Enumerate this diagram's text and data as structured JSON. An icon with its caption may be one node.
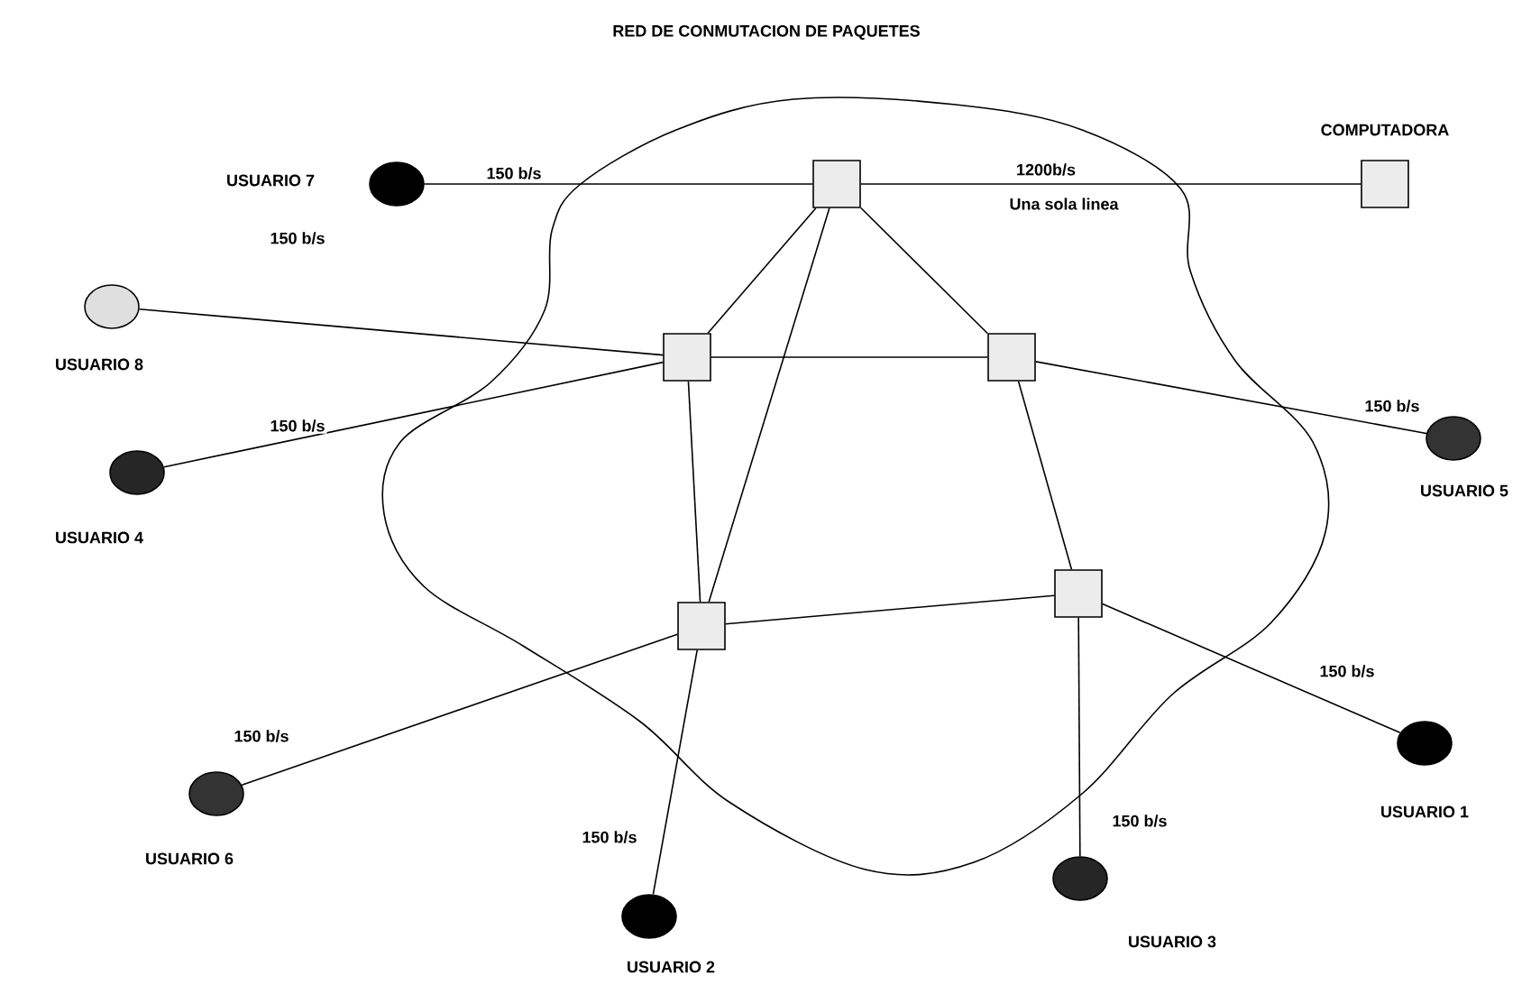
{
  "diagram": {
    "title": "RED DE CONMUTACION DE PAQUETES",
    "nodes": [
      {
        "text": [
          "USUARIO 7"
        ]
      },
      {
        "text": [],
        "shape": "box"
      },
      {
        "text": [
          "COMPUTADORA"
        ]
      },
      {
        "text": [
          "USUARIO 8"
        ]
      },
      {
        "text": [],
        "shape": "box"
      },
      {
        "text": [],
        "shape": "box"
      },
      {
        "text": [
          "USUARIO 5"
        ]
      },
      {
        "text": [
          "USUARIO 4"
        ]
      },
      {
        "text": [],
        "shape": "box"
      },
      {
        "text": [],
        "shape": "box"
      },
      {
        "text": [
          "USUARIO 1"
        ]
      },
      {
        "text": [
          "USUARIO 6"
        ]
      },
      {
        "text": [
          "USUARIO 2"
        ]
      },
      {
        "text": [
          "USUARIO 3"
        ]
      }
    ],
    "edges": [
      {
        "from": 0,
        "to": 1,
        "arrow": "none",
        "label": "150 b/s"
      },
      {
        "from": 1,
        "to": 2,
        "arrow": "none",
        "label": "1200b/s"
      },
      {
        "from": 1,
        "to": 4,
        "arrow": "none"
      },
      {
        "from": 1,
        "to": 5,
        "arrow": "none"
      },
      {
        "from": 1,
        "to": 8,
        "arrow": "none"
      },
      {
        "from": 3,
        "to": 4,
        "arrow": "none",
        "label": "150 b/s"
      },
      {
        "from": 7,
        "to": 4,
        "arrow": "none",
        "label": "150 b/s"
      },
      {
        "from": 4,
        "to": 5,
        "arrow": "none"
      },
      {
        "from": 4,
        "to": 8,
        "arrow": "none"
      },
      {
        "from": 5,
        "to": 6,
        "arrow": "none",
        "label": "150 b/s"
      },
      {
        "from": 5,
        "to": 9,
        "arrow": "none"
      },
      {
        "from": 8,
        "to": 9,
        "arrow": "none"
      },
      {
        "from": 11,
        "to": 8,
        "arrow": "none",
        "label": "150 b/s"
      },
      {
        "from": 12,
        "to": 8,
        "arrow": "none",
        "label": "150 b/s"
      },
      {
        "from": 13,
        "to": 9,
        "arrow": "none",
        "label": "150 b/s"
      },
      {
        "from": 10,
        "to": 9,
        "arrow": "none",
        "label": "150 b/s"
      }
    ],
    "labels": [
      "Una sola linea"
    ]
  }
}
